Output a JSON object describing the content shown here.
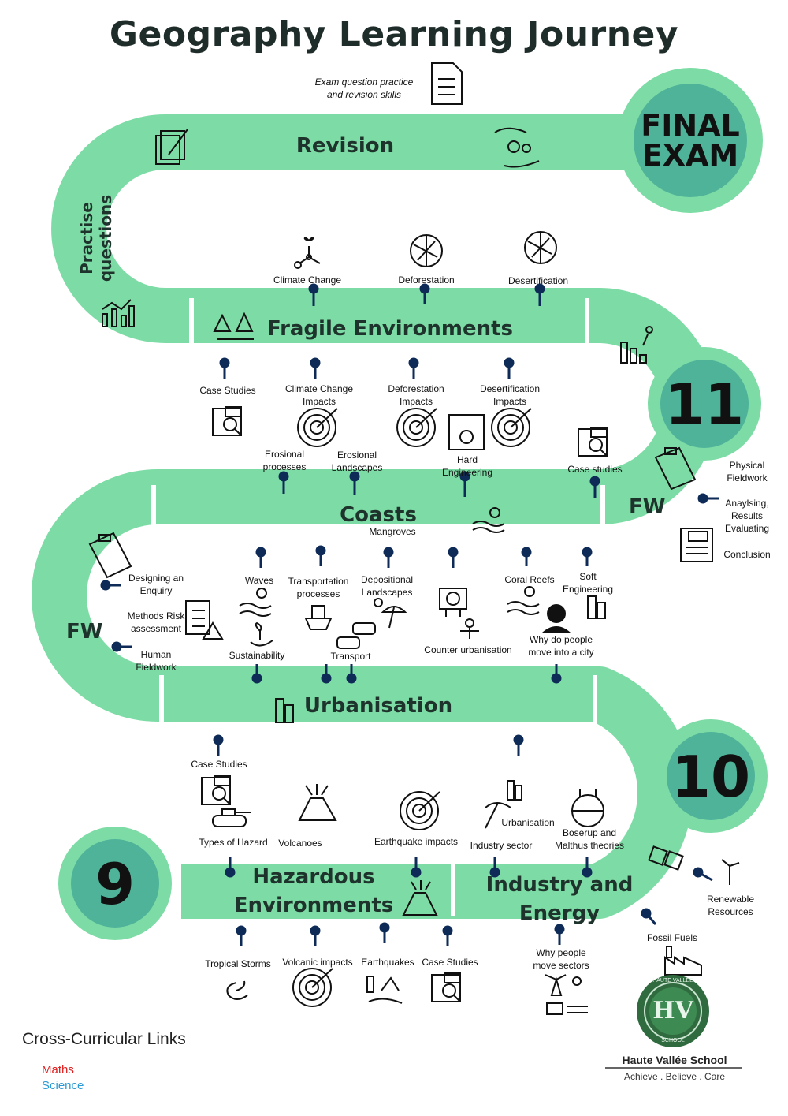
{
  "title": "Geography Learning Journey",
  "top_note": [
    "Exam question practice",
    "and revision skills"
  ],
  "final_exam": [
    "FINAL",
    "EXAM"
  ],
  "year_badges": {
    "y11": "11",
    "y10": "10",
    "y9": "9"
  },
  "bands": {
    "revision": "Revision",
    "practise": [
      "Practise",
      "questions"
    ],
    "fragile": "Fragile Environments",
    "coasts": "Coasts",
    "urbanisation": "Urbanisation",
    "hazardous": [
      "Hazardous",
      "Environments"
    ],
    "industry": [
      "Industry and",
      "Energy"
    ],
    "fw_right": "FW",
    "fw_left": "FW"
  },
  "labels": {
    "climate_change": "Climate Change",
    "deforestation": "Deforestation",
    "desertification": "Desertification",
    "case_studies_1": "Case Studies",
    "cc_impacts": [
      "Climate Change",
      "Impacts"
    ],
    "def_impacts": [
      "Deforestation",
      "Impacts"
    ],
    "des_impacts": [
      "Desertification",
      "Impacts"
    ],
    "erosional_processes": [
      "Erosional",
      "processes"
    ],
    "erosional_landscapes": [
      "Erosional",
      "Landscapes"
    ],
    "hard_engineering": [
      "Hard",
      "Engineering"
    ],
    "case_studies_2": "Case studies",
    "physical_fieldwork": [
      "Physical",
      "Fieldwork"
    ],
    "analysing": [
      "Anaylsing,",
      "Results",
      "Evaluating"
    ],
    "conclusion": "Conclusion",
    "mangroves": "Mangroves",
    "designing": [
      "Designing an",
      "Enquiry"
    ],
    "methods": [
      "Methods Risk",
      "assessment"
    ],
    "human_fieldwork": [
      "Human",
      "Fieldwork"
    ],
    "waves": "Waves",
    "transportation": [
      "Transportation",
      "processes"
    ],
    "depositional": [
      "Depositional",
      "Landscapes"
    ],
    "coral_reefs": "Coral Reefs",
    "soft_engineering": [
      "Soft",
      "Engineering"
    ],
    "sustainability": "Sustainability",
    "transport": "Transport",
    "counter_urbanisation": "Counter urbanisation",
    "why_city": [
      "Why do people",
      "move into a city"
    ],
    "case_studies_3": "Case Studies",
    "types_hazard": "Types of Hazard",
    "volcanoes": "Volcanoes",
    "earthquake_impacts": "Earthquake impacts",
    "urbanisation_small": "Urbanisation",
    "industry_sector": "Industry sector",
    "boserup": [
      "Boserup and",
      "Malthus theories"
    ],
    "renewable": [
      "Renewable",
      "Resources"
    ],
    "fossil_fuels": "Fossil Fuels",
    "tropical_storms": "Tropical Storms",
    "volcanic_impacts": "Volcanic impacts",
    "earthquakes": "Earthquakes",
    "case_studies_4": "Case Studies",
    "why_move_sectors": [
      "Why people",
      "move sectors"
    ]
  },
  "cross_curricular": {
    "heading": "Cross-Curricular Links",
    "maths": "Maths",
    "science": "Science"
  },
  "school": {
    "name": "Haute Vallée School",
    "motto": "Achieve . Believe . Care",
    "logo_letters": "HV",
    "logo_ring_top": "HAUTE VALLÉE",
    "logo_ring_bottom": "SCHOOL"
  },
  "colors": {
    "road": "#7ddca5",
    "badge_outer": "#7ddca5",
    "badge_inner": "#4fb39a",
    "pin": "#0e2a57",
    "maths": "#e02020",
    "science": "#2a9ad6"
  }
}
